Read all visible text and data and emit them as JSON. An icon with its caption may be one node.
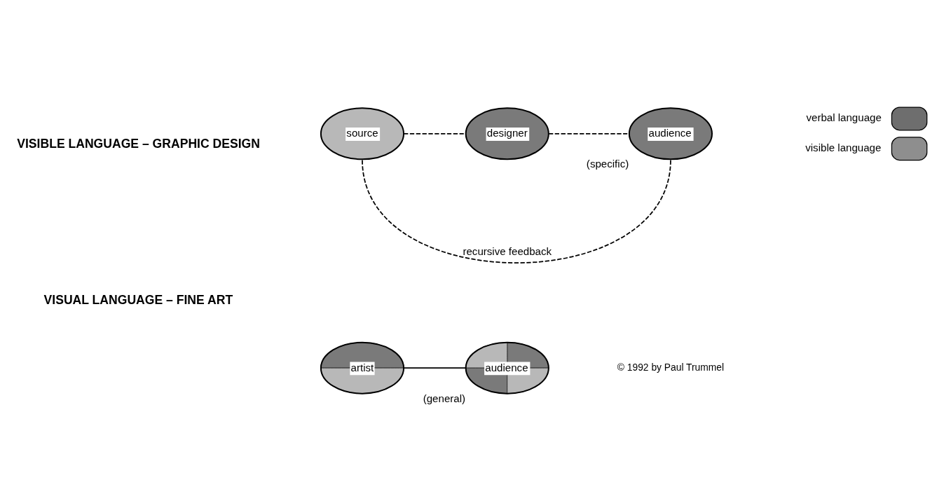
{
  "diagram": {
    "nodes": [
      {
        "text": [
          "source"
        ]
      },
      {
        "text": [
          "designer"
        ]
      },
      {
        "text": [
          "audience"
        ],
        "beside": [
          "(specific)"
        ]
      },
      {
        "text": [
          "artist"
        ]
      },
      {
        "text": [
          "audience"
        ],
        "beside": [
          "(general)"
        ]
      }
    ],
    "edges": [
      {
        "from": 0,
        "to": 1,
        "arrow": "none",
        "style": "dashed"
      },
      {
        "from": 1,
        "to": 2,
        "arrow": "none",
        "style": "dashed"
      },
      {
        "from": 2,
        "to": 0,
        "arrow": "none",
        "style": "dashed",
        "label": "recursive feedback"
      },
      {
        "from": 3,
        "to": 4,
        "arrow": "none"
      }
    ],
    "labels": [
      "VISIBLE LANGUAGE – GRAPHIC DESIGN",
      "VISUAL LANGUAGE – FINE ART",
      "© 1992 by Paul Trummel"
    ],
    "legend": [
      {
        "text": "verbal language",
        "color": "#6e6e6e"
      },
      {
        "text": "visible language",
        "color": "#8e8e8e"
      }
    ]
  }
}
